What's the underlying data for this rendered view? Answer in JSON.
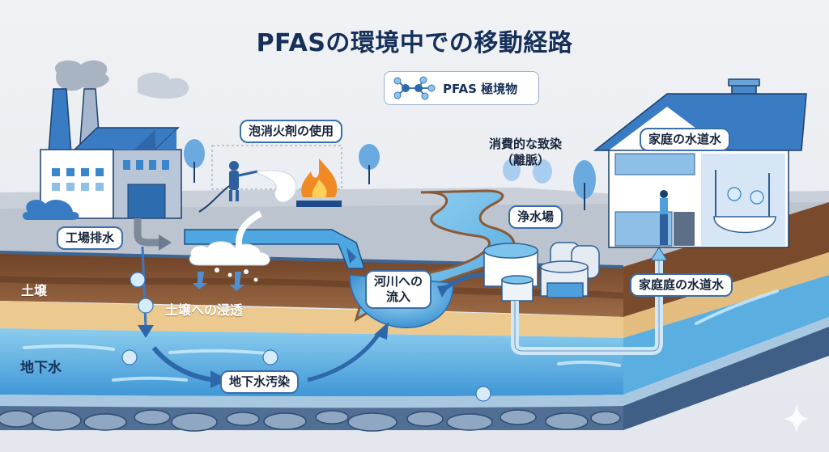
{
  "title": "PFASの環境中での移動経路",
  "legend": {
    "icon": "pfas-molecule-icon",
    "label": "PFAS 極境物"
  },
  "labels": {
    "foam": "泡消火剤の使用",
    "factory_drain": "工場排水",
    "soil": "土壌",
    "soil_infiltration": "土壌への浸透",
    "groundwater": "地下水",
    "groundwater_pollution": "地下水汚染",
    "river_inflow": "河川への\n流入",
    "river_inflow_line1": "河川への",
    "river_inflow_line2": "流入",
    "consumer_pollution_line1": "消費的な致染",
    "consumer_pollution_line2": "（離脈）",
    "water_plant": "浄水場",
    "home_tap": "家庭の水道水",
    "home_tap_pipe": "家庭庭の水道水"
  },
  "colors": {
    "title": "#16305a",
    "accent": "#3a6ea8",
    "water": "#6bb7e3",
    "soil_dark": "#7a4a2c",
    "soil_mid": "#9a6a45",
    "sand": "#ecc98e",
    "rock": "#4f6f95",
    "fire": "#f08a24",
    "ground": "#c7ced8"
  }
}
